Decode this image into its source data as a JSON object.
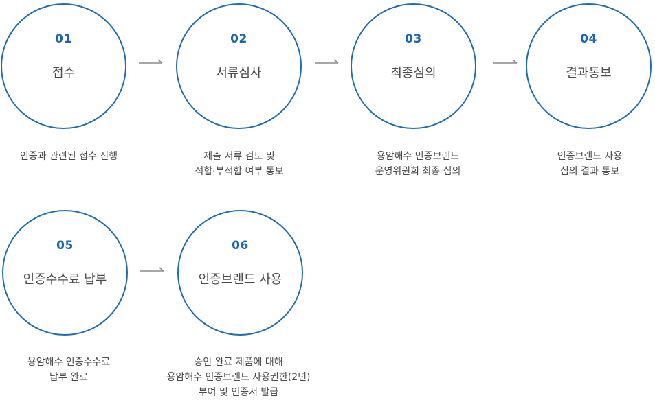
{
  "steps": [
    {
      "number": "01",
      "title": "접수",
      "desc": [
        "인증과 관련된 접수 진행"
      ]
    },
    {
      "number": "02",
      "title": "서류심사",
      "desc": [
        "제출 서류 검토 및",
        "적합·부적합 여부 통보"
      ]
    },
    {
      "number": "03",
      "title": "최종심의",
      "desc": [
        "용암해수 인증브랜드",
        "운영위원회 최종 심의"
      ]
    },
    {
      "number": "04",
      "title": "결과통보",
      "desc": [
        "인증브랜드 사용",
        "심의 결과 통보"
      ]
    },
    {
      "number": "05",
      "title": "인증수수료 납부",
      "desc": [
        "용암해수 인증수수료",
        "납부 완료"
      ]
    },
    {
      "number": "06",
      "title": "인증브랜드 사용",
      "desc": [
        "승인 완료 제품에 대해",
        "용암해수 인증브랜드 사용권한(2년)",
        "부여 및 인증서 발급"
      ]
    }
  ],
  "colors": {
    "circle_border": "#1f6bb0",
    "number": "#1d66ad",
    "text": "#4a4a4a",
    "arrow": "#8a8a8a"
  },
  "icons": {
    "flow_arrow": "right-arrow-icon"
  }
}
